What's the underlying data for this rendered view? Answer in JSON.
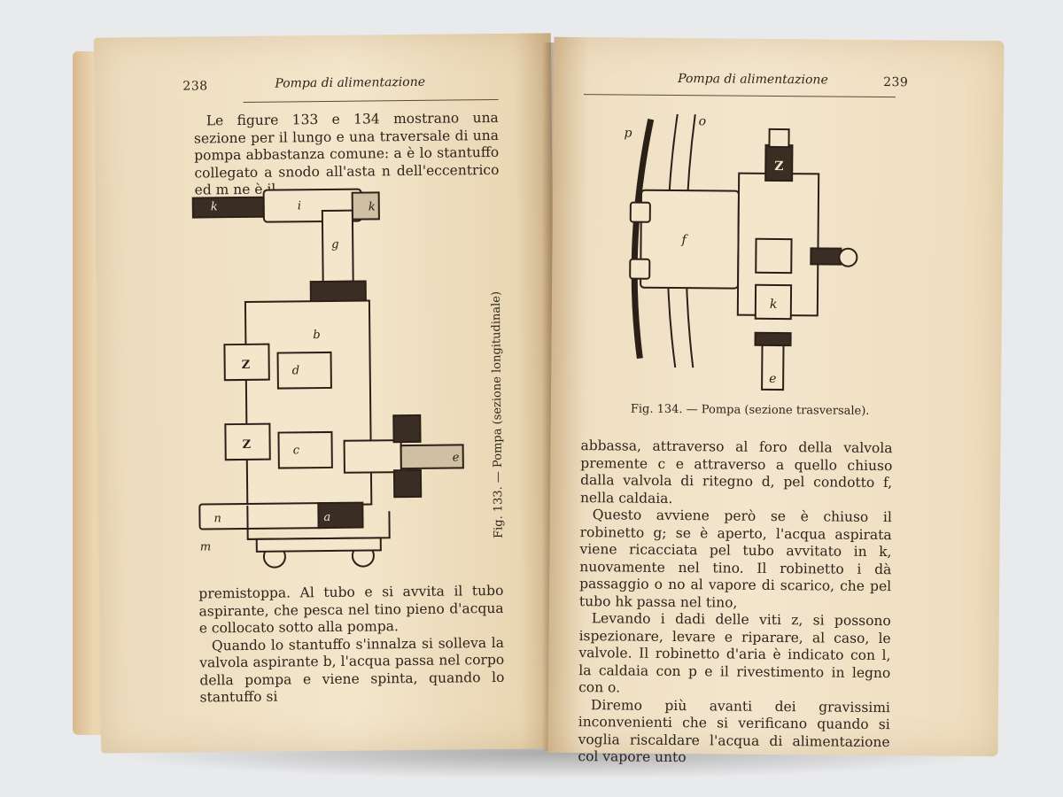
{
  "left_page": {
    "page_number": "238",
    "running_head": "Pompa di alimentazione",
    "top_paragraph": "Le figure 133 e 134 mostrano una sezione per il lungo e una traversale di una pompa abbastanza comune: a è lo stantuffo collegato a snodo all'asta n dell'eccentrico ed m ne è il",
    "figure_caption": "Fig. 133. — Pompa (sezione longitudinale)",
    "figure_labels": [
      "a",
      "b",
      "c",
      "d",
      "e",
      "i",
      "k",
      "m",
      "n",
      "z",
      "z"
    ],
    "bottom_paragraph_1": "premistoppa. Al tubo e si avvita il tubo aspirante, che pesca nel tino pieno d'acqua e collocato sotto alla pompa.",
    "bottom_paragraph_2": "Quando lo stantuffo s'innalza si solleva la valvola aspirante b, l'acqua passa nel corpo della pompa e viene spinta, quando lo stantuffo si"
  },
  "right_page": {
    "page_number": "239",
    "running_head": "Pompa di alimentazione",
    "figure_caption": "Fig. 134. — Pompa (sezione trasversale).",
    "figure_labels": [
      "p",
      "o",
      "z",
      "f",
      "k",
      "e"
    ],
    "paragraph_1": "abbassa, attraverso al foro della valvola premente c e attraverso a quello chiuso dalla valvola di ritegno d, pel condotto f, nella caldaia.",
    "paragraph_2": "Questo avviene però se è chiuso il robinetto g; se è aperto, l'acqua aspirata viene ricacciata pel tubo avvitato in k, nuovamente nel tino. Il robinetto i dà passaggio o no al vapore di scarico, che pel tubo hk passa nel tino,",
    "paragraph_3": "Levando i dadi delle viti z, si possono ispezionare, levare e riparare, al caso, le valvole. Il robinetto d'aria è indicato con l, la caldaia con p e il rivestimento in legno con o.",
    "paragraph_4": "Diremo più avanti dei gravissimi inconvenienti che si verificano quando si voglia riscaldare l'acqua di alimentazione col vapore unto"
  }
}
